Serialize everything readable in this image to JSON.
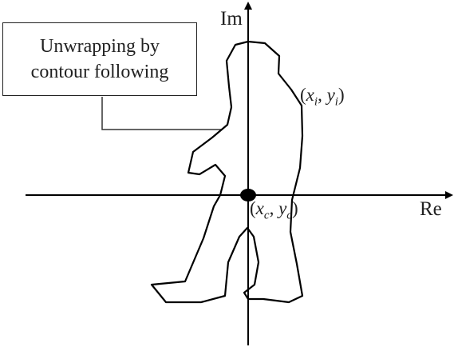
{
  "callout": {
    "line1": "Unwrapping by",
    "line2": "contour following"
  },
  "axes": {
    "x_label": "Re",
    "y_label": "Im"
  },
  "points": {
    "boundary": {
      "open": "(",
      "x": "x",
      "x_sub": "i",
      "sep": ", ",
      "y": "y",
      "y_sub": "i",
      "close": ")"
    },
    "centroid": {
      "open": "(",
      "x": "x",
      "x_sub": "c",
      "sep": ", ",
      "y": "y",
      "y_sub": "c",
      "close": ")"
    }
  }
}
